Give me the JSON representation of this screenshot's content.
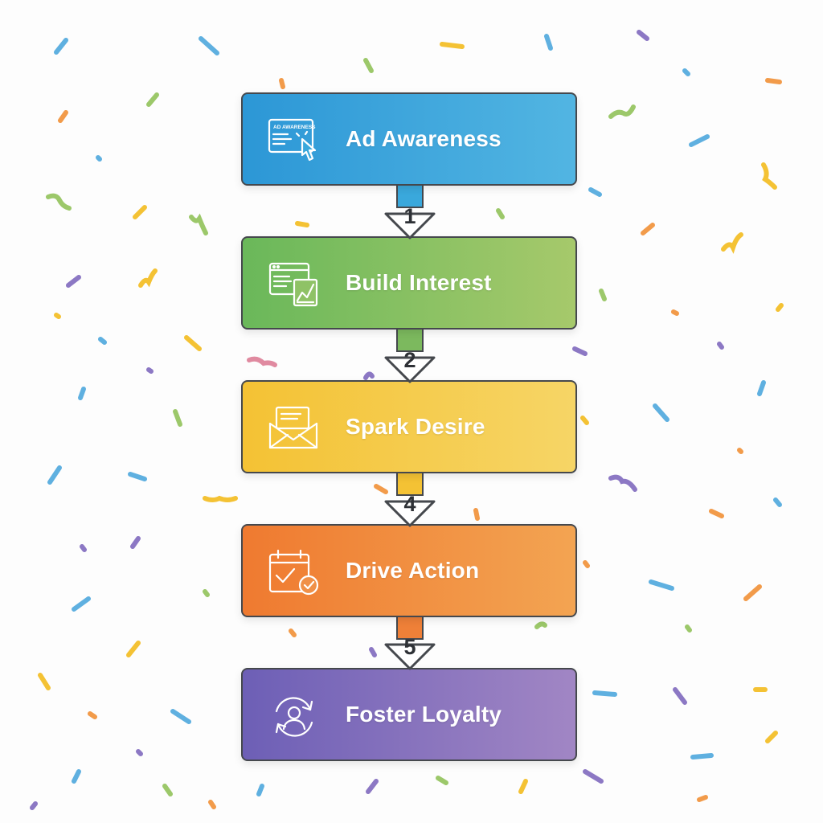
{
  "stages": [
    {
      "label": "Ad Awareness",
      "icon": "ad-billboard-click-icon",
      "icon_text": "AD AWARENESS",
      "color": "#2c97d6"
    },
    {
      "label": "Build Interest",
      "icon": "browser-chart-icon",
      "color": "#6ab85a"
    },
    {
      "label": "Spark Desire",
      "icon": "envelope-icon",
      "color": "#f4c234"
    },
    {
      "label": "Drive Action",
      "icon": "calendar-check-icon",
      "color": "#ef7a30"
    },
    {
      "label": "Foster Loyalty",
      "icon": "user-cycle-icon",
      "color": "#6d5fb6"
    }
  ],
  "steps": [
    "1",
    "2",
    "4",
    "5"
  ],
  "colors": {
    "background": "#fdfdfd",
    "outline": "#45484d",
    "badge_fill": "#ffffff",
    "text": "#ffffff"
  }
}
